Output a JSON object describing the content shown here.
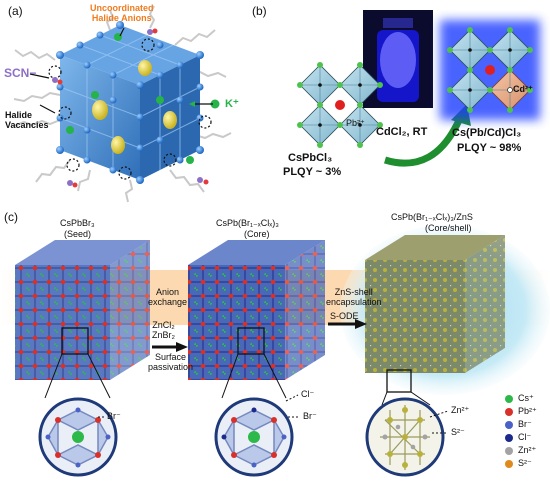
{
  "panel_a": {
    "tag": "(a)",
    "uncoordinated_label": "Uncoordinated\nHalide Anions",
    "scn_label": "SCN−",
    "halide_vacancies_label": "Halide\nVacancies",
    "k_label": "K⁺"
  },
  "panel_b": {
    "tag": "(b)",
    "left_compound": "CsPbCl₃",
    "left_plqy": "PLQY ~ 3%",
    "pb_label": "Pb²⁺",
    "arrow_label": "CdCl₂, RT",
    "right_compound": "Cs(Pb/Cd)Cl₃",
    "right_plqy": "PLQY ~ 98%",
    "cd_label": "Cd²⁺"
  },
  "panel_c": {
    "tag": "(c)",
    "seed_title": "CsPbBr₃",
    "seed_sub": "(Seed)",
    "core_title": "CsPb(Br₁₋ₓClₓ)₃",
    "core_sub": "(Core)",
    "shell_title": "CsPb(Br₁₋ₓClₓ)₃/ZnS",
    "shell_sub": "(Core/shell)",
    "arrow1_top": "Anion\nexchange",
    "arrow1_mid": "ZnCl₂\nZnBr₂",
    "arrow1_bot": "Surface\npassivation",
    "arrow2_top": "ZnS-shell\nencapsulation",
    "arrow2_mid": "S-ODE",
    "inset1_label": "Br⁻",
    "inset2_label_a": "Cl⁻",
    "inset2_label_b": "Br⁻",
    "inset3_label_a": "Zn²⁺",
    "inset3_label_b": "S²⁻",
    "legend": [
      {
        "label": "Cs⁺",
        "color": "#2db84a"
      },
      {
        "label": "Pb²⁺",
        "color": "#d8312a"
      },
      {
        "label": "Br⁻",
        "color": "#4a62c8"
      },
      {
        "label": "Cl⁻",
        "color": "#1c2a8c"
      },
      {
        "label": "Zn²⁺",
        "color": "#a3a3a3"
      },
      {
        "label": "S²⁻",
        "color": "#e08a1e"
      }
    ]
  }
}
